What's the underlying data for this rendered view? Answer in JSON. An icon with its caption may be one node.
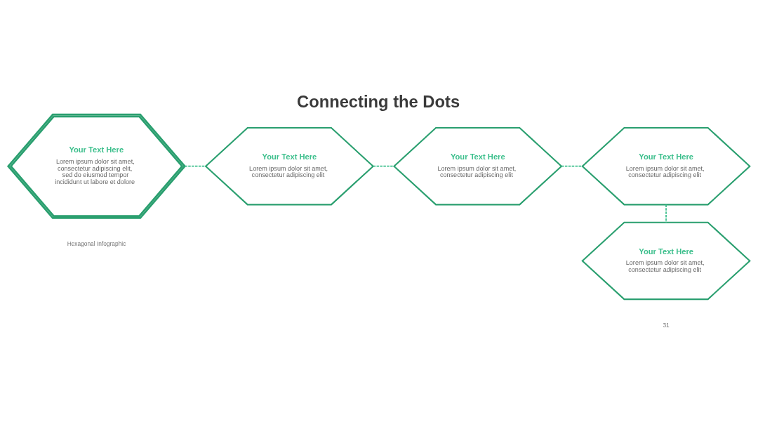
{
  "diagram": {
    "title": "Connecting the Dots",
    "nodes": [
      {
        "text": [
          "Your Text Here",
          "Lorem ipsum dolor sit amet, consectetur adipiscing elit, sed do eiusmod tempor incididunt ut labore et dolore"
        ]
      },
      {
        "text": [
          "Your Text Here",
          "Lorem ipsum dolor sit amet, consectetur adipiscing elit"
        ]
      },
      {
        "text": [
          "Your Text Here",
          "Lorem ipsum dolor sit amet, consectetur adipiscing elit"
        ]
      },
      {
        "text": [
          "Your Text Here",
          "Lorem ipsum dolor sit amet, consectetur adipiscing elit"
        ]
      },
      {
        "text": [
          "Your Text Here",
          "Lorem ipsum dolor sit amet, consectetur adipiscing elit"
        ]
      }
    ],
    "edges": [
      {
        "from": 0,
        "to": 1,
        "arrow": "none",
        "style": "dashed"
      },
      {
        "from": 1,
        "to": 2,
        "arrow": "none",
        "style": "dashed"
      },
      {
        "from": 2,
        "to": 3,
        "arrow": "none",
        "style": "dashed"
      },
      {
        "from": 3,
        "to": 4,
        "arrow": "none",
        "style": "dashed"
      }
    ],
    "labels": [
      "Hexagonal Infographic",
      "31"
    ]
  }
}
